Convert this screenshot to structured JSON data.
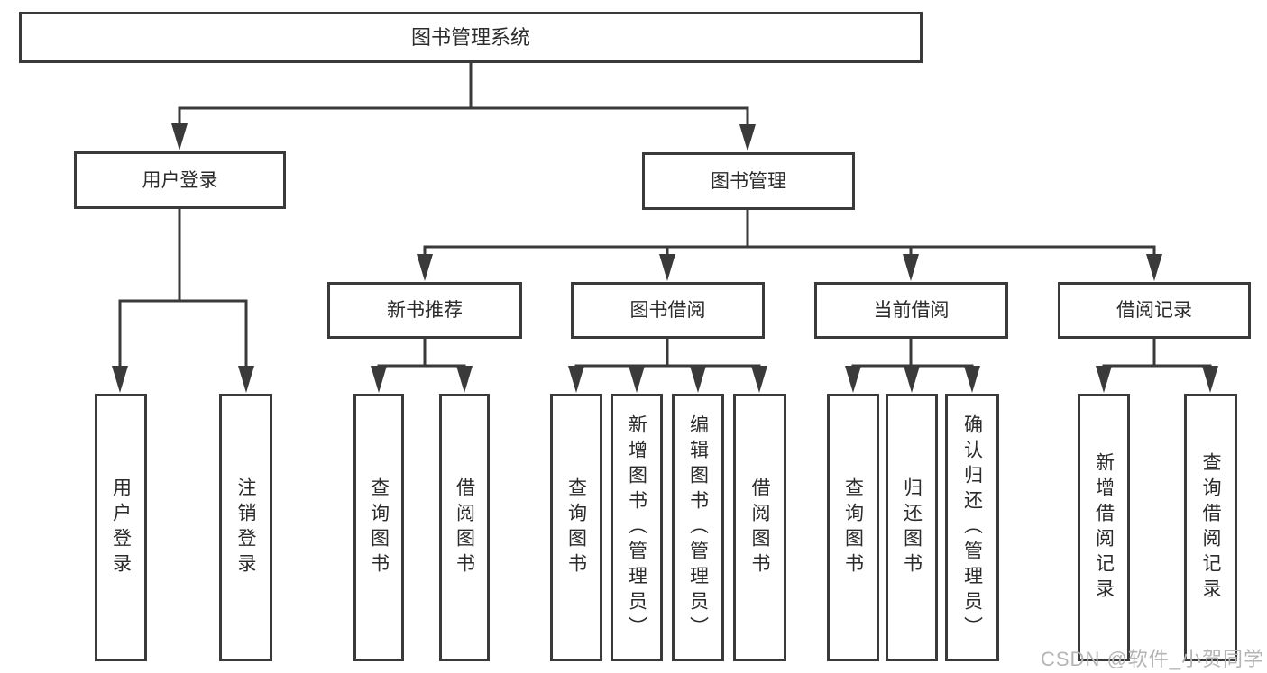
{
  "diagram": {
    "root": {
      "label": "图书管理系统"
    },
    "user_login": {
      "label": "用户登录",
      "children": [
        {
          "label": "用户登录"
        },
        {
          "label": "注销登录"
        }
      ]
    },
    "book_management": {
      "label": "图书管理",
      "groups": [
        {
          "label": "新书推荐",
          "children": [
            {
              "label": "查询图书"
            },
            {
              "label": "借阅图书"
            }
          ]
        },
        {
          "label": "图书借阅",
          "children": [
            {
              "label": "查询图书"
            },
            {
              "label": "新增图书（管理员）"
            },
            {
              "label": "编辑图书（管理员）"
            },
            {
              "label": "借阅图书"
            }
          ]
        },
        {
          "label": "当前借阅",
          "children": [
            {
              "label": "查询图书"
            },
            {
              "label": "归还图书"
            },
            {
              "label": "确认归还（管理员）"
            }
          ]
        },
        {
          "label": "借阅记录",
          "children": [
            {
              "label": "新增借阅记录"
            },
            {
              "label": "查询借阅记录"
            }
          ]
        }
      ]
    }
  },
  "watermark": "CSDN @软件_小贺同学",
  "colors": {
    "line": "#3a3a3a",
    "box_border": "#3a3a3a",
    "text": "#2b2b2b",
    "watermark": "#b5b5b5",
    "background": "#ffffff"
  }
}
